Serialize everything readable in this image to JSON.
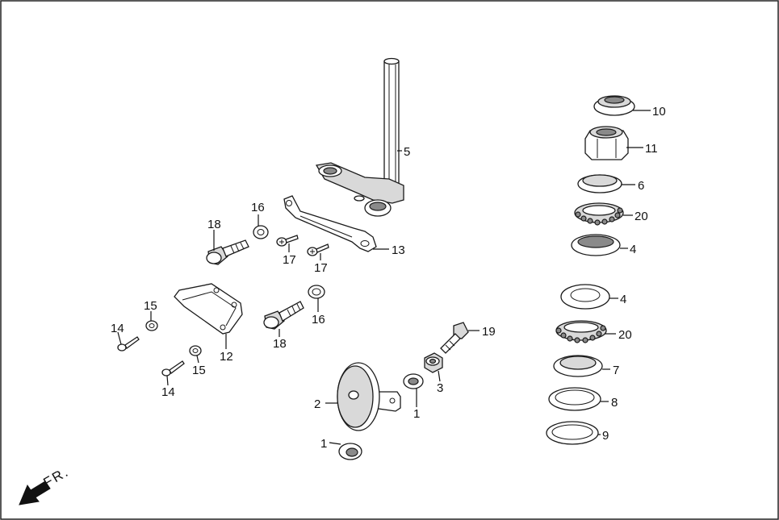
{
  "diagram": {
    "fr_label": "FR.",
    "callouts": {
      "c10": "10",
      "c11": "11",
      "c5": "5",
      "c6": "6",
      "c20a": "20",
      "c16a": "16",
      "c18a": "18",
      "c17a": "17",
      "c17b": "17",
      "c13": "13",
      "c4a": "4",
      "c4b": "4",
      "c15a": "15",
      "c14a": "14",
      "c16b": "16",
      "c12": "12",
      "c18b": "18",
      "c19": "19",
      "c20b": "20",
      "c15b": "15",
      "c7": "7",
      "c14b": "14",
      "c3": "3",
      "c2": "2",
      "c8": "8",
      "c1a": "1",
      "c9": "9",
      "c1b": "1"
    }
  }
}
